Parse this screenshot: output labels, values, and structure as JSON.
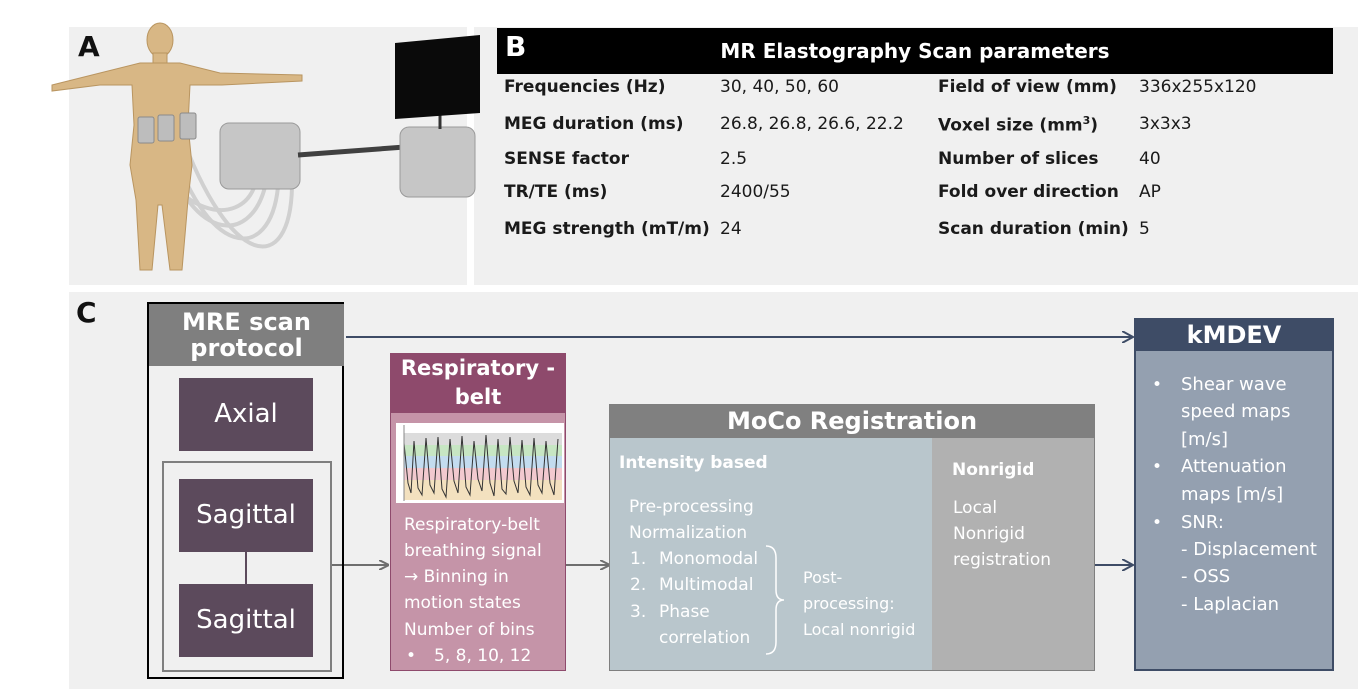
{
  "panels": {
    "a_label": "A",
    "b_label": "B",
    "c_label": "C"
  },
  "scan_table": {
    "title": "MR Elastography Scan parameters",
    "rows": [
      {
        "label": "Frequencies (Hz)",
        "value": "30, 40, 50, 60",
        "label2": "Field of view (mm)",
        "value2": "336x255x120"
      },
      {
        "label": "MEG duration (ms)",
        "value": "26.8, 26.8, 26.6, 22.2",
        "label2": "Voxel size (mm",
        "label2_sup": "3",
        "label2_end": ")",
        "value2": "3x3x3"
      },
      {
        "label": "SENSE factor",
        "value": "2.5",
        "label2": "Number of slices",
        "value2": "40"
      },
      {
        "label": "TR/TE (ms)",
        "value": "2400/55",
        "label2": "Fold over direction",
        "value2": "AP"
      },
      {
        "label": "MEG strength (mT/m)",
        "value": "24",
        "label2": "Scan duration (min)",
        "value2": "5"
      }
    ]
  },
  "protocol": {
    "title": "MRE scan protocol",
    "axial": "Axial",
    "sagittal_1": "Sagittal",
    "sagittal_2": "Sagittal"
  },
  "belt": {
    "title": "Respiratory -belt",
    "lines": [
      "Respiratory-belt",
      "breathing signal",
      "→ Binning in",
      "motion states",
      "Number of bins"
    ],
    "bullet": "5, 8, 10, 12"
  },
  "moco": {
    "title": "MoCo Registration",
    "intensity_heading": "Intensity based",
    "pre": [
      "Pre-processing",
      "Normalization"
    ],
    "numbered": [
      {
        "n": "1.",
        "text": "Monomodal"
      },
      {
        "n": "2.",
        "text": "Multimodal"
      },
      {
        "n": "3.",
        "text": "Phase"
      },
      {
        "n": "",
        "text": "correlation"
      }
    ],
    "post": [
      "Post-",
      "processing:",
      "Local nonrigid"
    ],
    "nonrigid_heading": "Nonrigid",
    "nonrigid_lines": [
      "Local",
      "Nonrigid",
      "registration"
    ]
  },
  "kmdev": {
    "title": "kMDEV",
    "items": [
      {
        "bullet": "•",
        "text": "Shear wave"
      },
      {
        "bullet": "",
        "text": "speed maps"
      },
      {
        "bullet": "",
        "text": "[m/s]"
      },
      {
        "bullet": "•",
        "text": "Attenuation"
      },
      {
        "bullet": "",
        "text": "maps [m/s]"
      },
      {
        "bullet": "•",
        "text": "SNR:"
      },
      {
        "bullet": "",
        "text": "- Displacement"
      },
      {
        "bullet": "",
        "text": "- OSS"
      },
      {
        "bullet": "",
        "text": "- Laplacian"
      }
    ]
  },
  "colors": {
    "protocol_header": "#7f7f7f",
    "protocol_box": "#5c4a5c",
    "belt_header": "#8e4a6c",
    "belt_body": "#c594a8",
    "moco_header": "#808080",
    "moco_left": "#b9c6cc",
    "moco_right": "#b1b1b1",
    "kmdev_header": "#3e4c66",
    "kmdev_body": "#94a0b0",
    "arrow": "#6e6e6e"
  }
}
